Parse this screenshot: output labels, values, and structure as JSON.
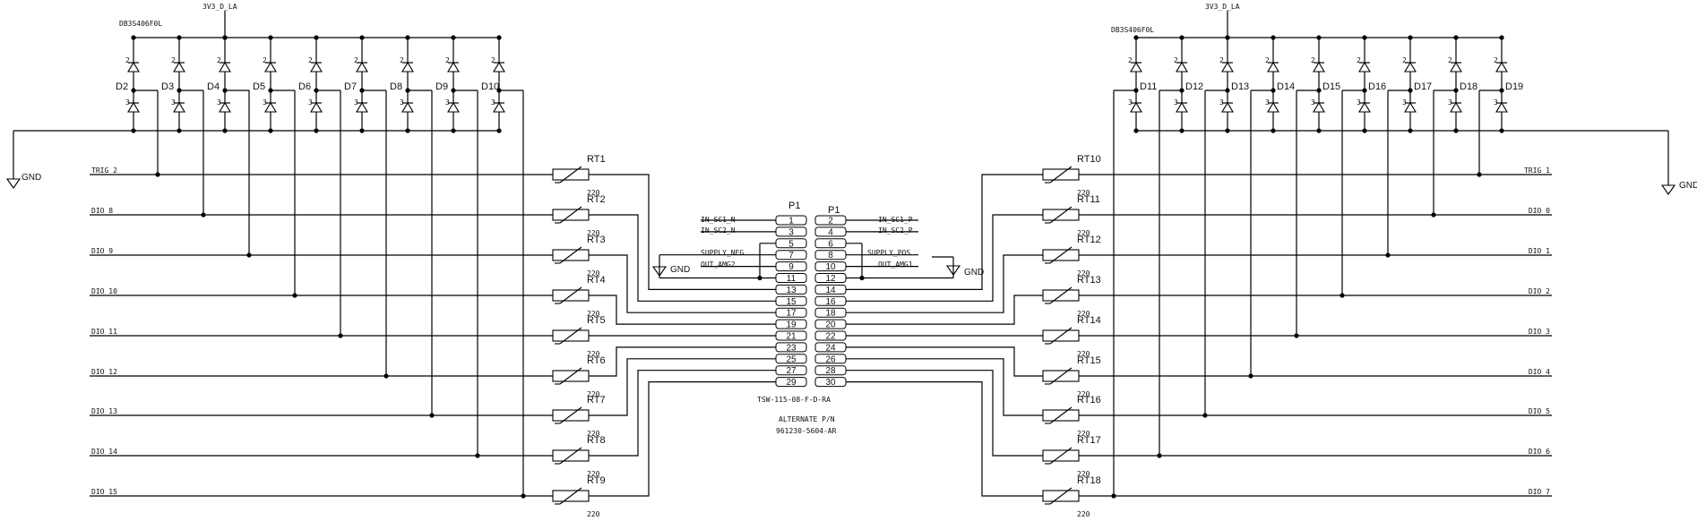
{
  "power": {
    "left_rail": "3V3_D_LA",
    "right_rail": "3V3_D_LA",
    "gnd": "GND"
  },
  "tvs_part": {
    "left": "DB3S406F0L",
    "right": "DB3S406F0L"
  },
  "diode_pin_labels": {
    "top": "2",
    "bottom": "3"
  },
  "left_diodes": [
    "D2",
    "D3",
    "D4",
    "D5",
    "D6",
    "D7",
    "D8",
    "D9",
    "D10"
  ],
  "right_diodes": [
    "D11",
    "D12",
    "D13",
    "D14",
    "D15",
    "D16",
    "D17",
    "D18",
    "D19"
  ],
  "left_signals": [
    "TRIG_2",
    "DIO_8",
    "DIO_9",
    "DIO_10",
    "DIO_11",
    "DIO_12",
    "DIO_13",
    "DIO_14",
    "DIO_15"
  ],
  "right_signals": [
    "TRIG_1",
    "DIO_0",
    "DIO_1",
    "DIO_2",
    "DIO_3",
    "DIO_4",
    "DIO_5",
    "DIO_6",
    "DIO_7"
  ],
  "left_resistors": [
    "RT1",
    "RT2",
    "RT3",
    "RT4",
    "RT5",
    "RT6",
    "RT7",
    "RT8",
    "RT9"
  ],
  "right_resistors": [
    "RT10",
    "RT11",
    "RT12",
    "RT13",
    "RT14",
    "RT15",
    "RT16",
    "RT17",
    "RT18"
  ],
  "resistor_value": "220",
  "connector": {
    "ref_left": "P1",
    "ref_right": "P1",
    "odd_pins": [
      "1",
      "3",
      "5",
      "7",
      "9",
      "11",
      "13",
      "15",
      "17",
      "19",
      "21",
      "23",
      "25",
      "27",
      "29"
    ],
    "even_pins": [
      "2",
      "4",
      "6",
      "8",
      "10",
      "12",
      "14",
      "16",
      "18",
      "20",
      "22",
      "24",
      "26",
      "28",
      "30"
    ],
    "left_nets": [
      "IN_SC1_N",
      "IN_SC2_N",
      "SUPPLY_NEG",
      "OUT_AMG2"
    ],
    "right_nets": [
      "IN_SC1_P",
      "IN_SC2_P",
      "SUPPLY_POS",
      "OUT_AMG1"
    ],
    "part_number": "TSW-115-08-F-D-RA",
    "alt_title": "ALTERNATE P/N",
    "alt_part": "961230-5604-AR"
  }
}
